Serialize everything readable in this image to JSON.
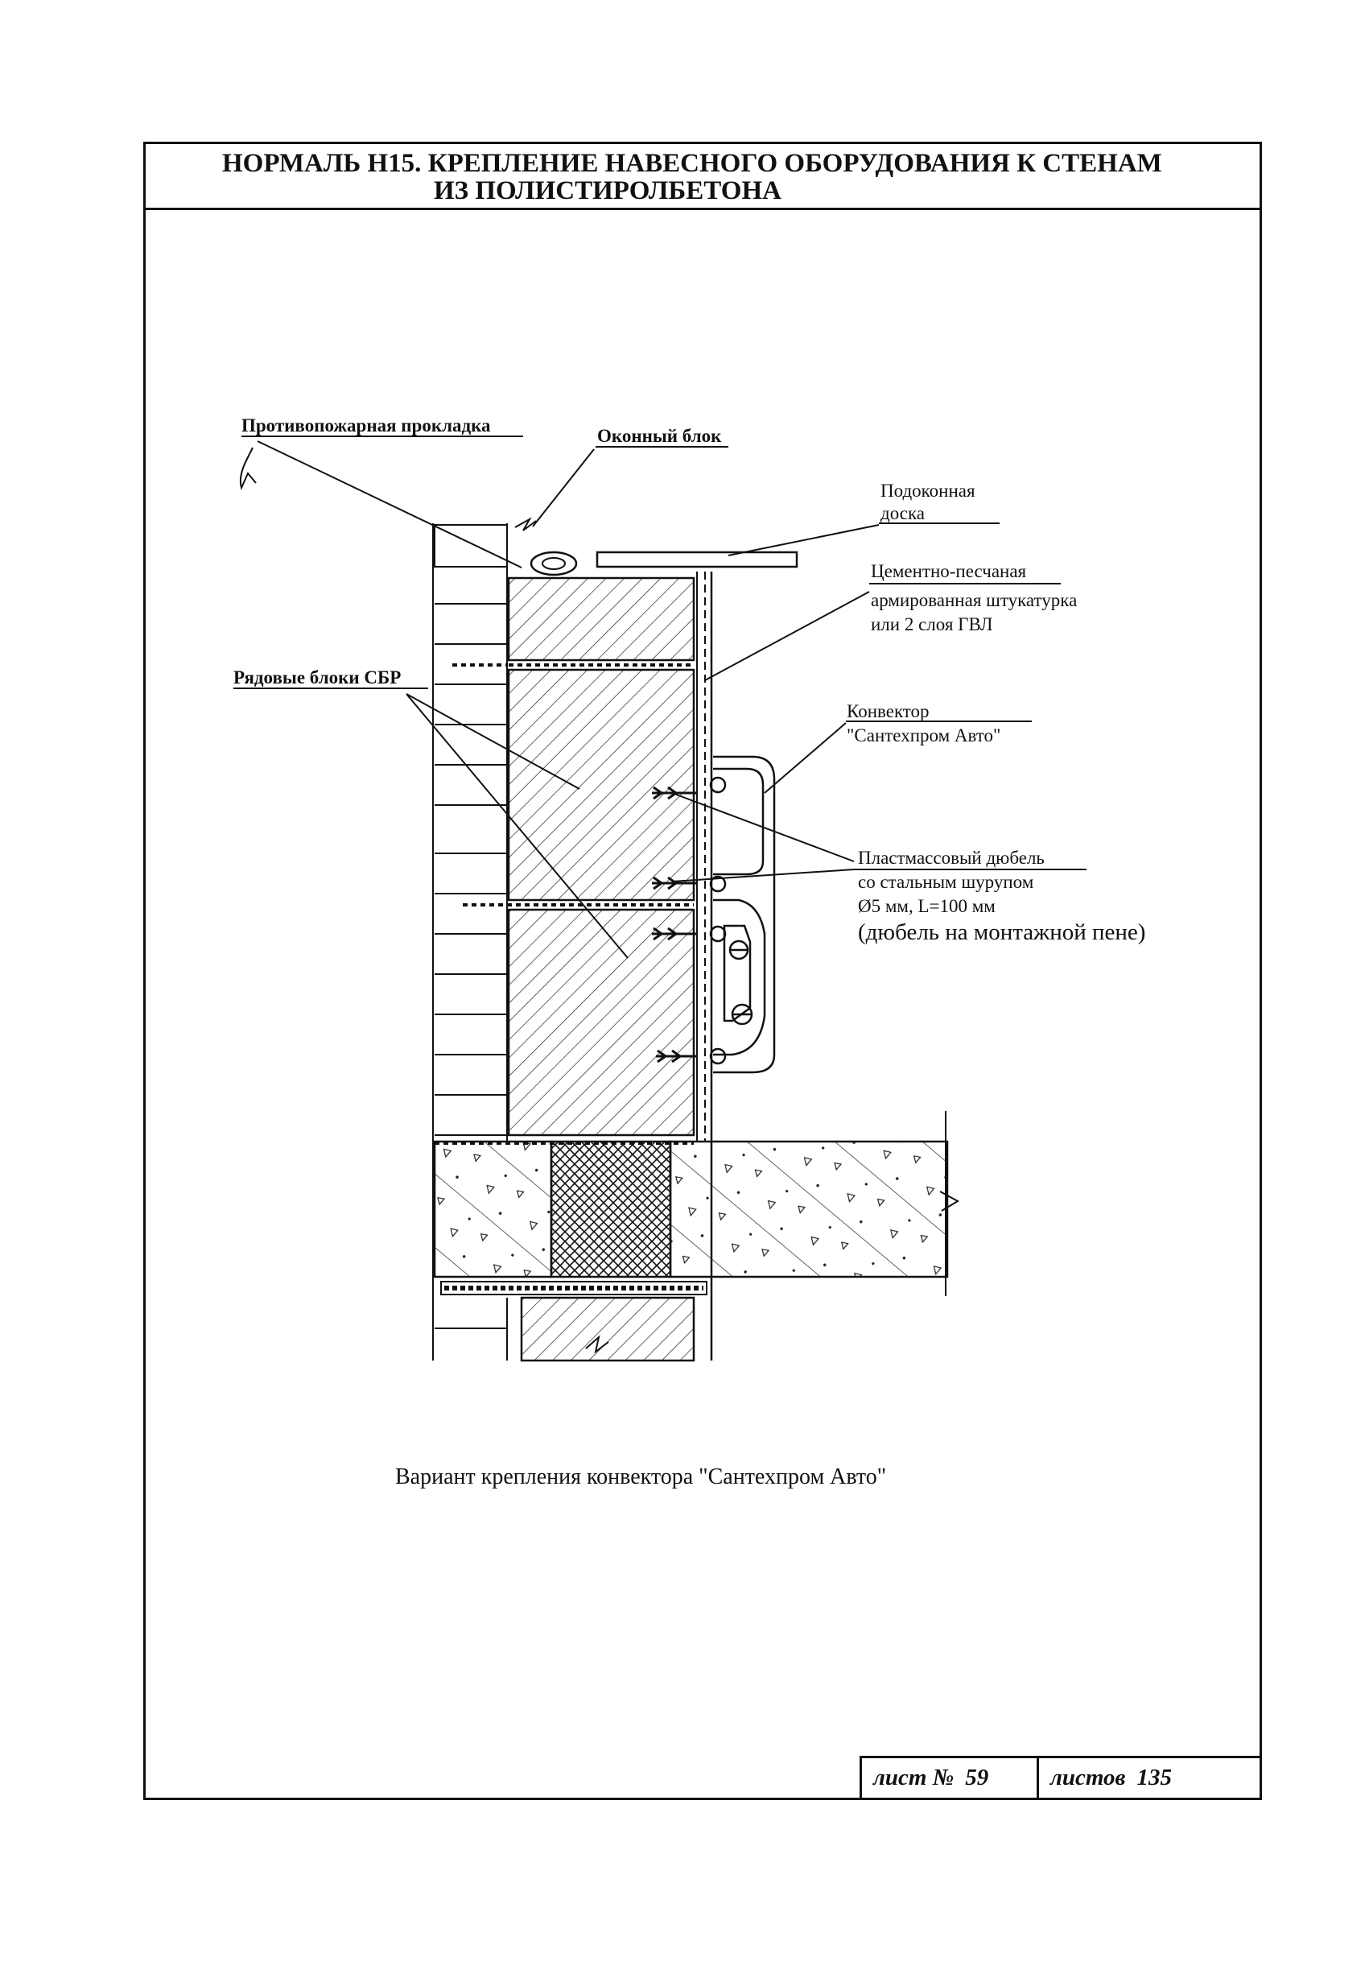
{
  "title": {
    "line1": "НОРМАЛЬ Н15. КРЕПЛЕНИЕ НАВЕСНОГО ОБОРУДОВАНИЯ К СТЕНАМ",
    "line2": "ИЗ ПОЛИСТИРОЛБЕТОНА"
  },
  "labels": {
    "fire_gasket": "Противопожарная прокладка",
    "window_block": "Оконный блок",
    "sill_board_1": "Подоконная",
    "sill_board_2": "доска",
    "plaster_1": "Цементно-песчаная",
    "plaster_2": "армированная штукатурка",
    "plaster_3": "или 2 слоя ГВЛ",
    "row_blocks": "Рядовые блоки СБР",
    "convector_1": "Конвектор",
    "convector_2": "\"Сантехпром Авто\"",
    "dowel_1": "Пластмассовый дюбель",
    "dowel_2": "со стальным шурупом",
    "dowel_3": "Ø5 мм, L=100 мм",
    "dowel_4": "(дюбель на монтажной пене)"
  },
  "caption": "Вариант крепления конвектора \"Сантехпром Авто\"",
  "stamp": {
    "sheet_label": "лист №",
    "sheet_number": "59",
    "sheets_label": "листов",
    "sheets_total": "135"
  }
}
